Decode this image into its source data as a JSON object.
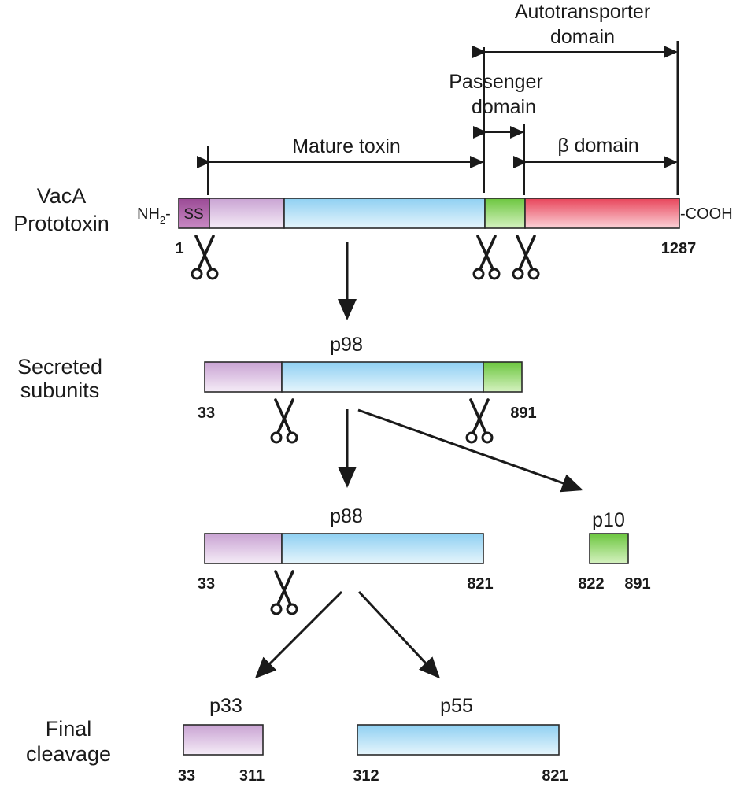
{
  "row_labels": {
    "prototoxin": [
      "VacA",
      "Prototoxin"
    ],
    "secreted": [
      "Secreted",
      "subunits"
    ],
    "final": [
      "Final",
      "cleavage"
    ]
  },
  "domain_labels": {
    "autotransporter": [
      "Autotransporter",
      "domain"
    ],
    "passenger": [
      "Passenger",
      "domain"
    ],
    "mature_toxin": "Mature toxin",
    "beta": "β domain"
  },
  "prototoxin": {
    "nh2_prefix": "NH",
    "nh2_subscript": "2",
    "nh2_dash": "-",
    "signal_sequence": "SS",
    "cooh": "-COOH",
    "start": "1",
    "end": "1287"
  },
  "fragments": {
    "p98": {
      "name": "p98",
      "start": "33",
      "end": "891"
    },
    "p88": {
      "name": "p88",
      "start": "33",
      "end": "821"
    },
    "p10": {
      "name": "p10",
      "start": "822",
      "end": "891"
    },
    "p33": {
      "name": "p33",
      "start": "33",
      "end": "311"
    },
    "p55": {
      "name": "p55",
      "start": "312",
      "end": "821"
    }
  },
  "colors": {
    "signal_sequence": "#b05aa8",
    "p33_region": "#dcbde3",
    "p55_region": "#bde3f7",
    "passenger_p10": "#8fd35a",
    "beta_domain": "#ee5a6c",
    "ink": "#1a1a1a"
  },
  "icons": [
    "scissors-icon"
  ]
}
